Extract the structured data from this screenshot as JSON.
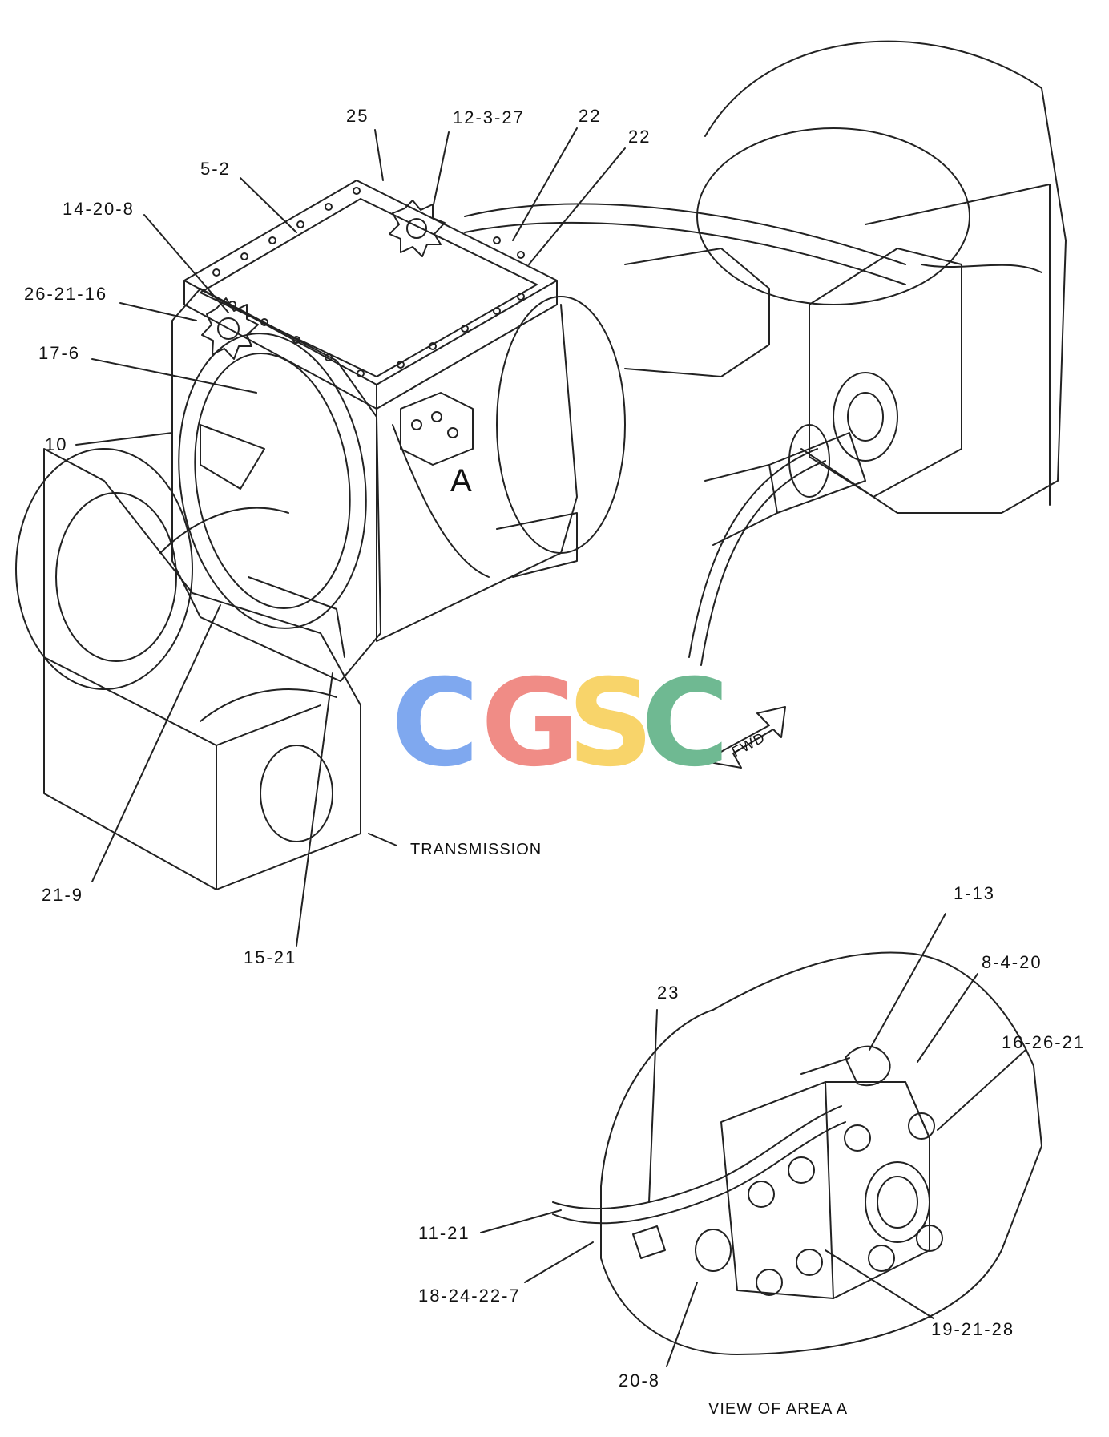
{
  "callouts": {
    "c25": "25",
    "c12_3_27": "12-3-27",
    "c22a": "22",
    "c22b": "22",
    "c5_2": "5-2",
    "c14_20_8": "14-20-8",
    "c26_21_16": "26-21-16",
    "c17_6": "17-6",
    "c10": "10",
    "c21_9": "21-9",
    "c15_21": "15-21",
    "c1_13": "1-13",
    "c8_4_20": "8-4-20",
    "c23": "23",
    "c16_26_21": "16-26-21",
    "c11_21": "11-21",
    "c18_24_22_7": "18-24-22-7",
    "c19_21_28": "19-21-28",
    "c20_8": "20-8"
  },
  "area_marker": "A",
  "transmission_label": "TRANSMISSION",
  "fwd_label": "FWD",
  "view_caption": "VIEW OF AREA  A",
  "watermark": {
    "letters": [
      "C",
      "G",
      "S",
      "C"
    ],
    "colors": [
      "#7fa8ef",
      "#f08c86",
      "#f8d46a",
      "#6fb992"
    ]
  },
  "line_color": "#1a1a1a"
}
